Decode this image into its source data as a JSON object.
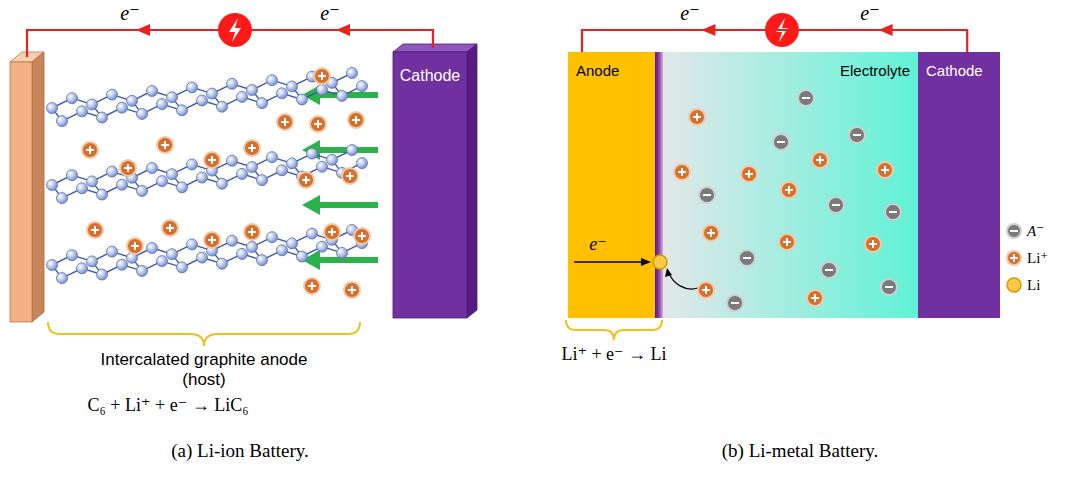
{
  "diagram": {
    "nodes": [
      {
        "text": [
          "Cathode"
        ]
      },
      {
        "text": [
          "Anode"
        ]
      },
      {
        "text": [
          "Electrolyte"
        ]
      },
      {
        "text": [
          "Cathode"
        ]
      }
    ],
    "edges": [
      {
        "from": 3,
        "to": 1,
        "arrow": "to"
      }
    ],
    "labels": [
      "e⁻",
      "e⁻",
      "Intercalated graphite anode (host)",
      "C₆ + Li⁺ + e⁻ → LiC₆",
      "(a) Li-ion Battery.",
      "e⁻",
      "e⁻",
      "e⁻",
      "Li⁺ + e⁻ → Li",
      "(b) Li-metal Battery."
    ],
    "legend": [
      {
        "text": "A⁻"
      },
      {
        "text": "Li⁺"
      },
      {
        "text": "Li"
      }
    ]
  }
}
